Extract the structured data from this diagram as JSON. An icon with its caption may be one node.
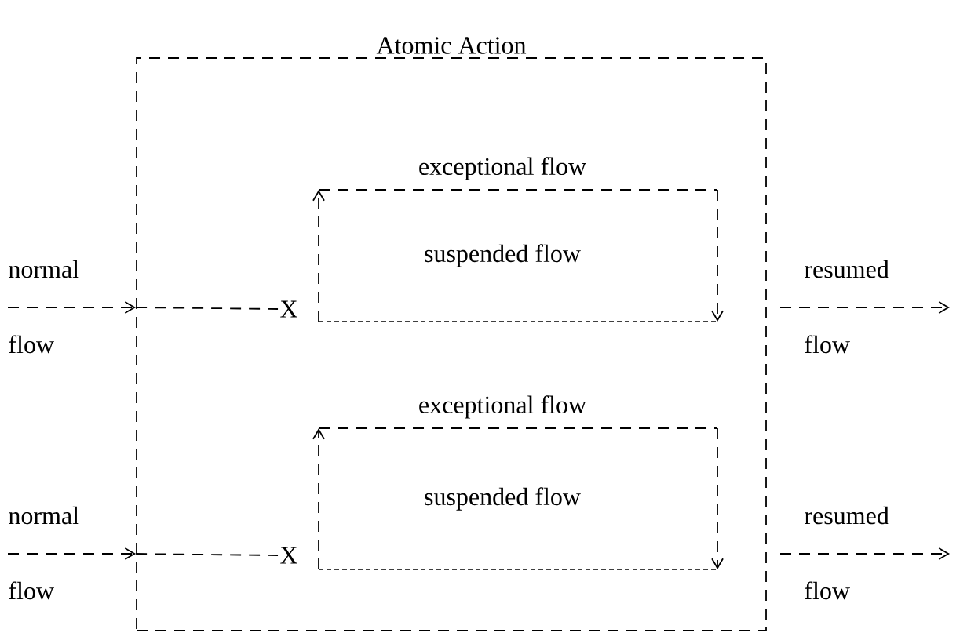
{
  "diagram": {
    "nodes": [
      {
        "text": [
          "Atomic Action"
        ]
      },
      {
        "text": [
          "exceptional flow",
          "suspended flow"
        ],
        "in": 0
      },
      {
        "text": [
          "X"
        ],
        "in": 0
      },
      {
        "text": [
          "exceptional flow",
          "suspended flow"
        ],
        "in": 0
      },
      {
        "text": [
          "X"
        ],
        "in": 0
      }
    ],
    "edges": [
      {
        "from": null,
        "to": 0,
        "arrow": "to",
        "label": "normal flow",
        "style": "dashed"
      },
      {
        "from": 0,
        "to": 2,
        "arrow": "none",
        "style": "dashed"
      },
      {
        "from": 0,
        "to": null,
        "arrow": "to",
        "label": "resumed flow",
        "style": "dashed"
      },
      {
        "from": null,
        "to": 0,
        "arrow": "to",
        "label": "normal flow",
        "style": "dashed"
      },
      {
        "from": 0,
        "to": 4,
        "arrow": "none",
        "style": "dashed"
      },
      {
        "from": 0,
        "to": null,
        "arrow": "to",
        "label": "resumed flow",
        "style": "dashed"
      }
    ]
  }
}
